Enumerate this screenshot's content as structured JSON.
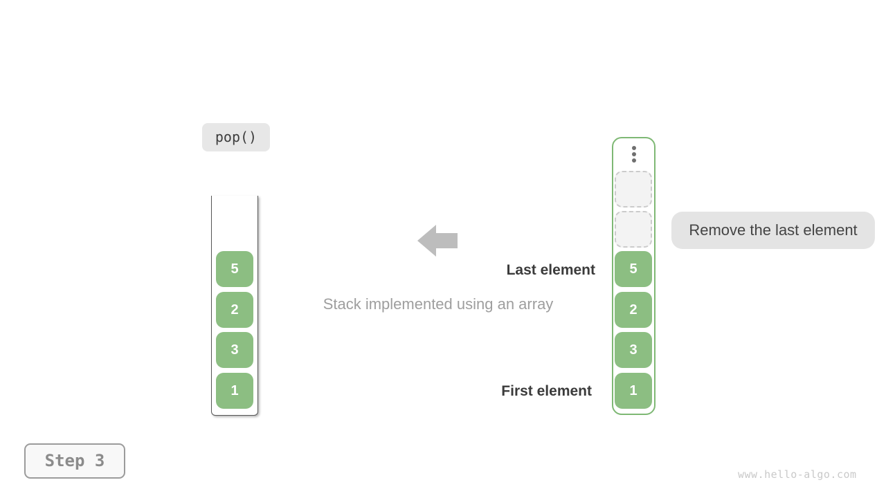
{
  "operation_label": "pop()",
  "caption": "Stack implemented using an array",
  "labels": {
    "last_element": "Last element",
    "first_element": "First element",
    "tooltip": "Remove the last element"
  },
  "stack_view": {
    "values_top_to_bottom": [
      "5",
      "2",
      "3",
      "1"
    ]
  },
  "array_view": {
    "values_top_to_bottom": [
      "5",
      "2",
      "3",
      "1"
    ],
    "empty_slot_count": 2,
    "overflow_icon": "vertical-ellipsis"
  },
  "step_label": "Step 3",
  "watermark": "www.hello-algo.com",
  "colors": {
    "element_green": "#8cbe82",
    "array_border_green": "#7eb874",
    "arrow_gray": "#bdbdbd",
    "tooltip_bg": "#e4e4e4",
    "pill_bg": "#e7e7e7",
    "label_dark": "#3b3b3b",
    "caption_gray": "#9e9e9e"
  }
}
